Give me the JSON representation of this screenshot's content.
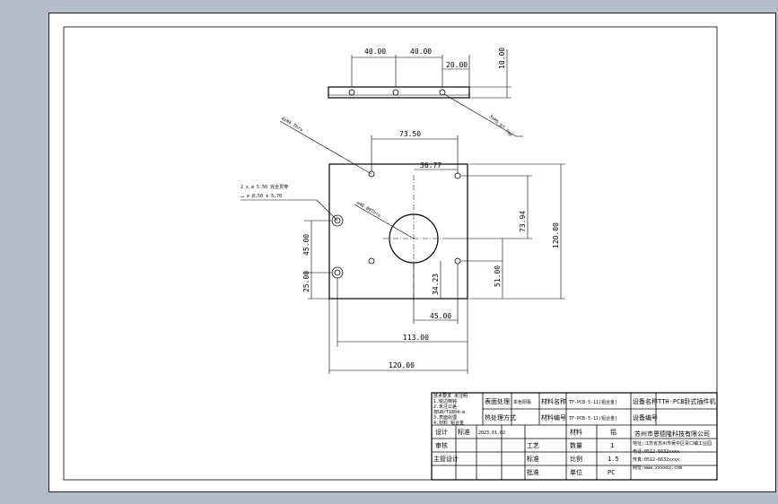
{
  "colors": {
    "background": "#b4bcc7",
    "sheet": "#ffffff",
    "ink": "#000000"
  },
  "side_view": {
    "dim_40_a": "40.00",
    "dim_40_b": "40.00",
    "dim_20": "20.00",
    "dim_10": "10.00",
    "leader_note": "3xM5 DT Tap"
  },
  "front_view": {
    "dim_73_5": "73.50",
    "dim_36_77": "36.77",
    "dim_73_94": "73.94",
    "dim_120_v": "120.00",
    "dim_45_v": "45.00",
    "dim_25": "25.00",
    "dim_51": "51.00",
    "dim_34_23": "34.23",
    "dim_45_h": "45.00",
    "dim_113": "113.00",
    "dim_120_h": "120.00",
    "hole_note_1": "2 x ⌀ 5.50 完全贯穿",
    "hole_note_2": "⌴ ⌀ 8.50 ⍖ 5.70",
    "leader_note": "4xM4 Thru",
    "circle_note": "⌀46.00Thru"
  },
  "title_block": {
    "notes": [
      "技术要求 未注明",
      "1.锐边倒钝",
      "2.未注公差",
      "按GB/T1804-m",
      "3.表面处理",
      "4.材料 铝合金"
    ],
    "surface_label": "表面处理",
    "surface_value": "本色阳极",
    "material_label": "材料名称",
    "material_value": "TF-PCB-5-11(铝合金)",
    "equipment_label": "设备名称",
    "equipment_value": "TTH-PCB卧式插件机",
    "treatment_label": "热处理方式",
    "part_label": "材料编号",
    "part_value": "TF-PCB-5-11(铝合金)",
    "equipment_code_label": "设备编号",
    "design": "设计",
    "check": "审核",
    "chief": "主管设计",
    "approve": "批准",
    "date": "2023.01.02",
    "process": "工艺",
    "standard": "标准",
    "weight_label": "材料",
    "weight_value": "铝",
    "qty_label": "数量",
    "qty_value": "1",
    "scale_label": "比例",
    "scale_value": "1.5",
    "unit_label": "单位",
    "unit_value": "PC",
    "company": "苏州市恩德隆科技有限公司",
    "address": "地址:江苏省苏州市吴中区胥口镇工业园",
    "tel": "电话:0512-6632xxxx",
    "fax": "传真:0512-6632xxxx",
    "web": "网址:www.xxxxxx.com"
  }
}
